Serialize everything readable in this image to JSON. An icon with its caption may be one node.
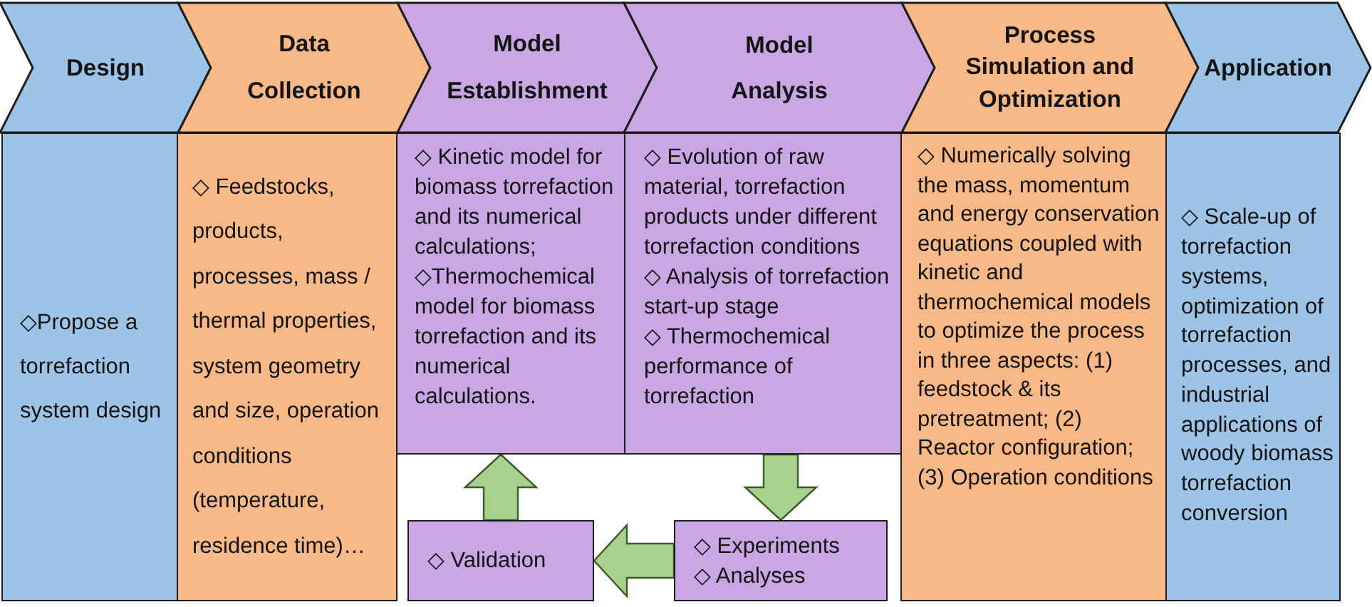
{
  "diagram": {
    "nodes": [
      {
        "text": [
          "Design"
        ]
      },
      {
        "text": [
          "Data Collection"
        ]
      },
      {
        "text": [
          "Model Establishment"
        ]
      },
      {
        "text": [
          "Model Analysis"
        ]
      },
      {
        "text": [
          "Process Simulation and Optimization"
        ]
      },
      {
        "text": [
          "Application"
        ]
      },
      {
        "text": [
          "◇Propose a torrefaction system design"
        ]
      },
      {
        "text": [
          "◇ Feedstocks, products, processes, mass / thermal properties, system geometry and size, operation conditions (temperature, residence time)…"
        ]
      },
      {
        "text": [
          "◇ Kinetic model for biomass torrefaction and its numerical calculations;",
          "◇Thermochemical model for biomass torrefaction and its numerical calculations."
        ]
      },
      {
        "text": [
          "◇ Evolution of raw material, torrefaction products under different torrefaction conditions",
          "◇ Analysis of torrefaction start-up stage",
          "◇ Thermochemical performance of torrefaction"
        ]
      },
      {
        "text": [
          "◇ Numerically solving the mass, momentum and energy conservation equations coupled with kinetic and thermochemical models to optimize the process in three aspects: (1) feedstock & its pretreatment; (2) Reactor configuration; (3) Operation conditions"
        ]
      },
      {
        "text": [
          "◇ Scale-up of torrefaction systems, optimization of torrefaction processes, and industrial applications of woody biomass torrefaction conversion"
        ]
      },
      {
        "text": [
          "◇ Validation"
        ]
      },
      {
        "text": [
          "◇ Experiments",
          "◇ Analyses"
        ]
      }
    ],
    "edges": [
      {
        "from": 12,
        "to": 8,
        "arrow": "to"
      },
      {
        "from": 9,
        "to": 13,
        "arrow": "to"
      },
      {
        "from": 13,
        "to": 12,
        "arrow": "to"
      }
    ]
  }
}
